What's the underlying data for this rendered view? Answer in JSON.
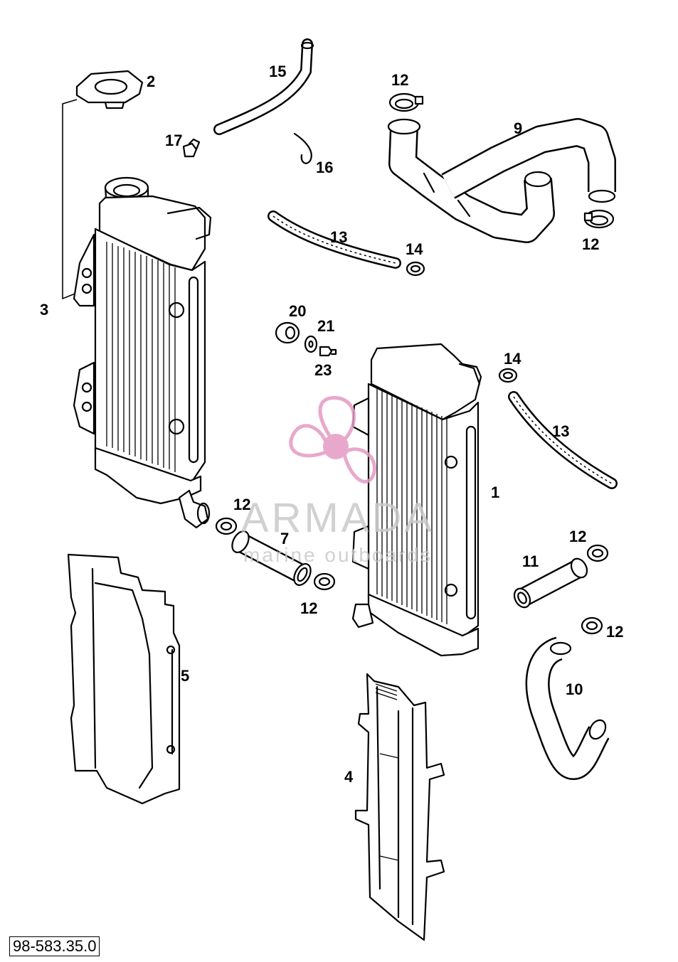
{
  "document_id": "98-583.35.0",
  "watermark": {
    "brand": "ARMADA",
    "tagline": "marine outboards",
    "logo": "propeller-logo",
    "accent_color": "#e49ac4"
  },
  "callouts": {
    "c1": "1",
    "c2": "2",
    "c3": "3",
    "c4": "4",
    "c5": "5",
    "c7": "7",
    "c9": "9",
    "c10": "10",
    "c11": "11",
    "c12a": "12",
    "c12b": "12",
    "c12c": "12",
    "c12d": "12",
    "c12e": "12",
    "c12f": "12",
    "c13a": "13",
    "c13b": "13",
    "c14a": "14",
    "c14b": "14",
    "c15": "15",
    "c16": "16",
    "c17": "17",
    "c20": "20",
    "c21": "21",
    "c23": "23"
  }
}
